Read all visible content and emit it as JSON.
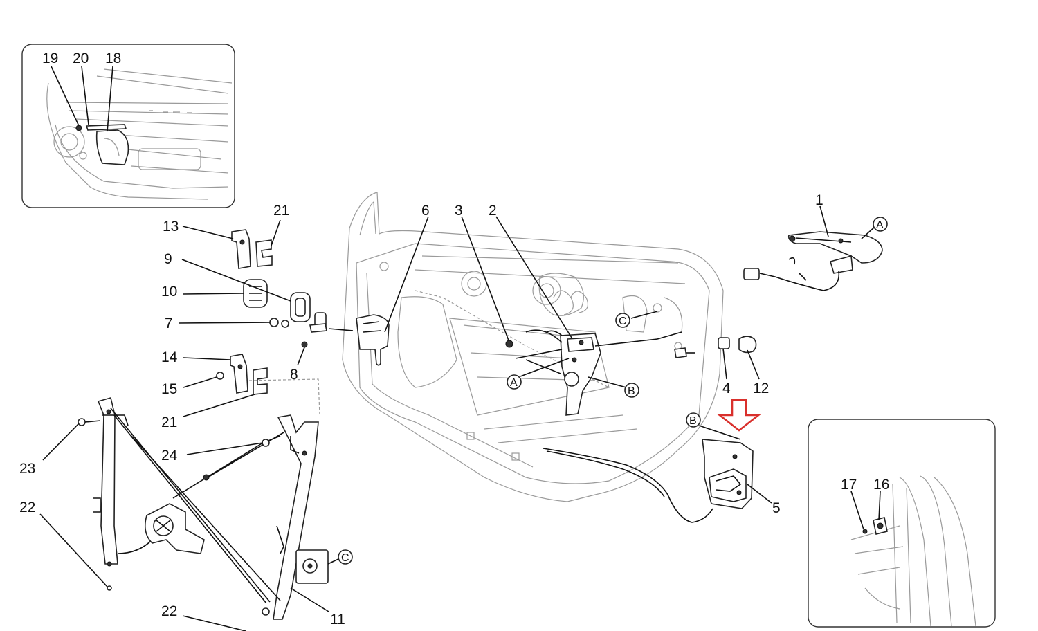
{
  "labels": {
    "p1": "1",
    "p2": "2",
    "p3": "3",
    "p4": "4",
    "p5": "5",
    "p6": "6",
    "p7": "7",
    "p8": "8",
    "p9": "9",
    "p10": "10",
    "p11": "11",
    "p12": "12",
    "p13": "13",
    "p14": "14",
    "p15": "15",
    "p16": "16",
    "p17": "17",
    "p18": "18",
    "p19": "19",
    "p20": "20",
    "p21a": "21",
    "p21b": "21",
    "p22a": "22",
    "p22b": "22",
    "p23": "23",
    "p24": "24"
  },
  "refs": {
    "A": "A",
    "B": "B",
    "C": "C"
  },
  "highlight_color": "#d9302c"
}
